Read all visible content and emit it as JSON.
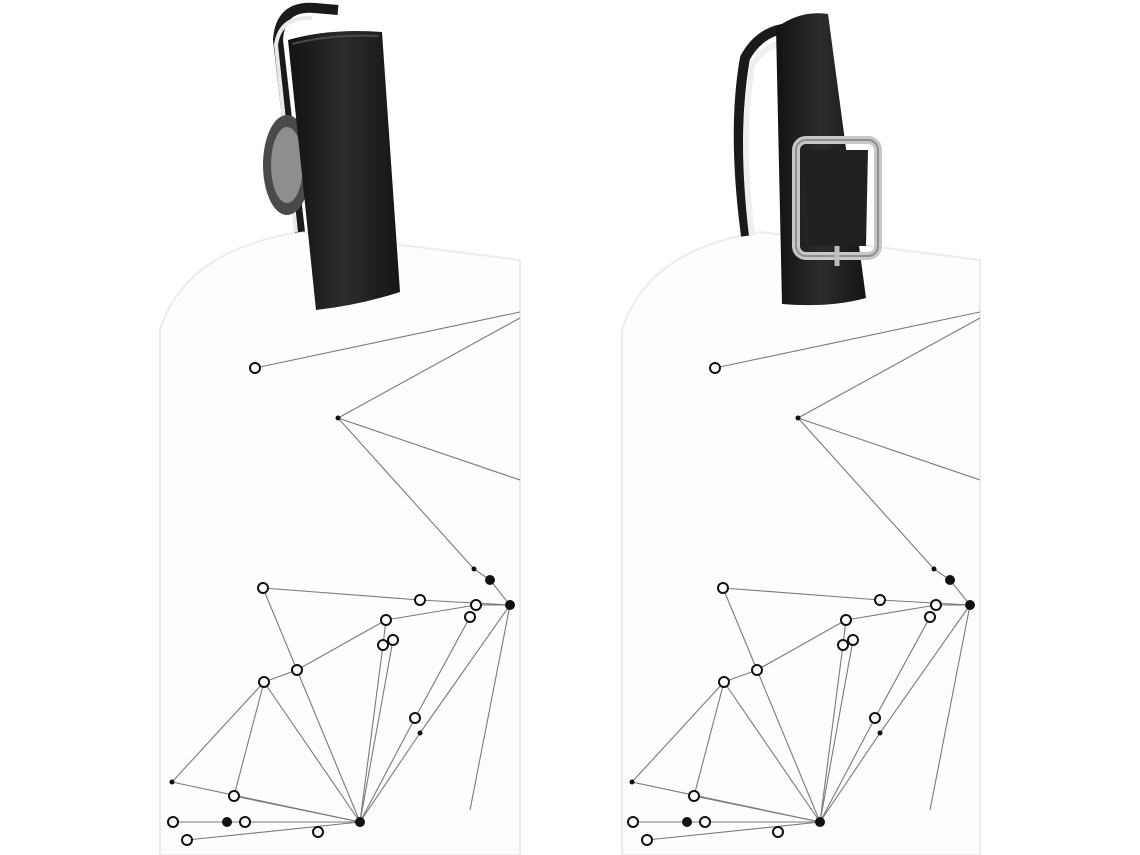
{
  "product": {
    "item_count": 2,
    "colors": {
      "tag_body": "#fdfdfd",
      "tag_edge": "#e6e6e6",
      "strap": "#1d1d1d",
      "strap_highlight": "#3a3a3a",
      "buckle_metal": "#b9b9b9",
      "network_line": "#7a7a7a",
      "network_node": "#111111",
      "background": "#ffffff"
    },
    "tags": [
      {
        "view": "front",
        "fastener": "snap-button-icon"
      },
      {
        "view": "back",
        "fastener": "buckle-icon"
      }
    ]
  }
}
